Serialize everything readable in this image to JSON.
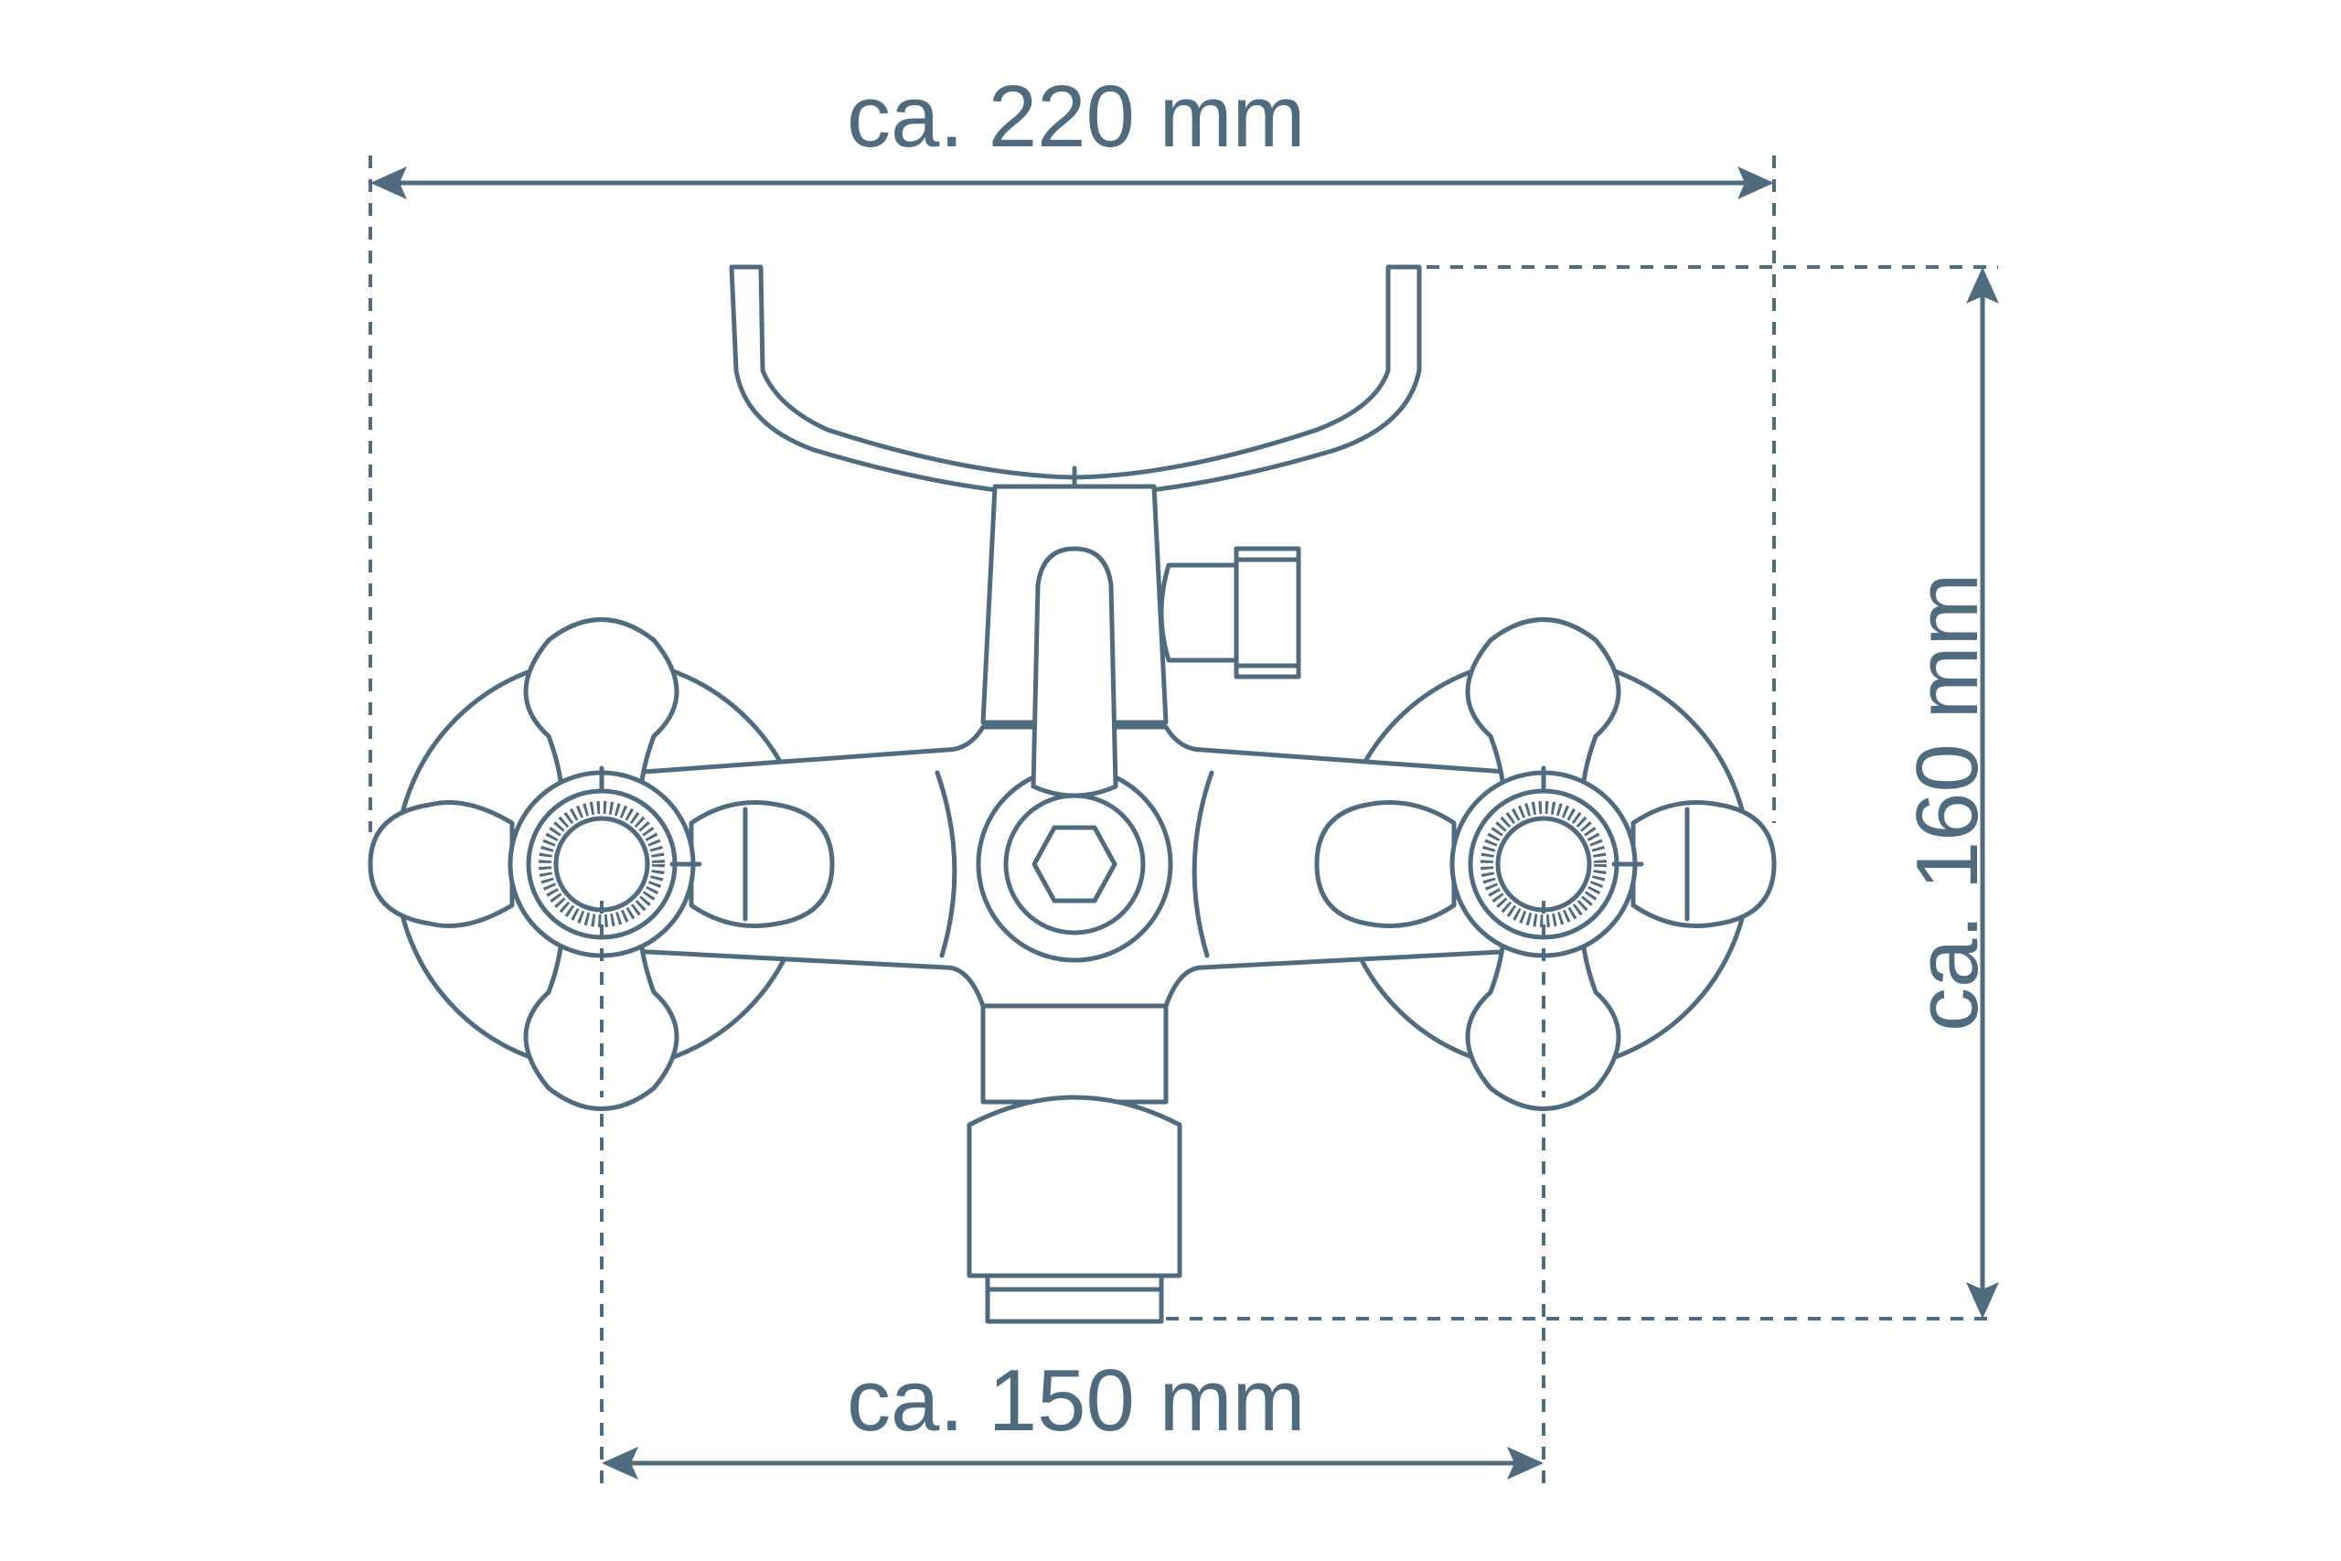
{
  "diagram": {
    "subject": "wall-mounted bath tap with cross handles and shower holder",
    "line_color": "#4f6b7d",
    "background": "#ffffff",
    "dimensions": {
      "overall_width": "ca. 220 mm",
      "handle_spacing": "ca. 150 mm",
      "overall_height": "ca. 160 mm"
    }
  }
}
